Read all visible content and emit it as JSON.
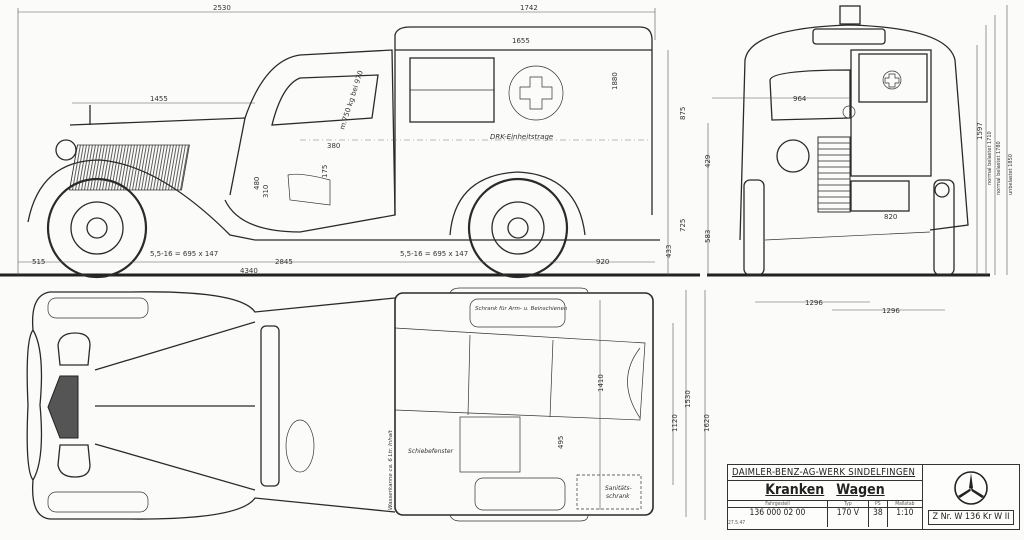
{
  "title_block": {
    "company": "DAIMLER-BENZ-AG-WERK SINDELFINGEN",
    "title_word1": "Kranken",
    "title_word2": "Wagen",
    "headers": [
      "Fahrgestell",
      "Typ",
      "PS",
      "Maßstab"
    ],
    "values": [
      "136 000 02 00",
      "170 V",
      "38",
      "1:10"
    ],
    "date_note": "27.5.47",
    "drawing_number": "Z Nr. W 136 Kr W II"
  },
  "side_view": {
    "dims": {
      "overall_front": "2530",
      "box_length": "1742",
      "box_inner": "1655",
      "hood": "1455",
      "box_height": "1880",
      "rear_height": "875",
      "seat_a": "380",
      "seat_b": "175",
      "seat_c": "480",
      "seat_d": "310",
      "stretcher_angle": "m.750 kg bei 970",
      "rear_lower": "725",
      "ground_clear": "433",
      "front_overhang": "515",
      "wheelbase": "2845",
      "overall_length": "4340",
      "rear_overhang": "920"
    },
    "tire_front": "5,5-16 = 695 x 147",
    "tire_rear": "5,5-16 = 695 x 147",
    "stretcher_label": "DRK-Einheitstrage"
  },
  "front_view": {
    "dims": {
      "width_upper": "964",
      "h_429": "429",
      "h_583": "583",
      "w_820": "820",
      "track_front": "1296",
      "track_rear": "1296",
      "h_1597": "1597",
      "h_1710": "normal belastet 1710",
      "h_1780": "normal belastet 1780",
      "h_1850": "unbelastet 1850"
    }
  },
  "top_view": {
    "cabinet_label": "Schrank für Arm- u. Beinschienen",
    "sliding_window": "Schiebefenster",
    "water_can": "Wasserkanne ca. 6 Ltr. Inhalt",
    "medical_cabinet_1": "Sanitäts-",
    "medical_cabinet_2": "schrank",
    "dims": {
      "d1410": "1410",
      "d495": "495",
      "d1120": "1120",
      "d1530": "1530",
      "d1620": "1620"
    }
  }
}
